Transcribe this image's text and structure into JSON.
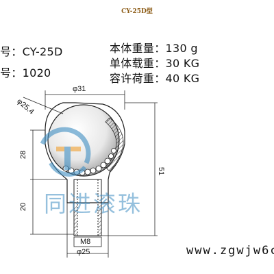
{
  "doc": {
    "title": "CY-25D型",
    "specs_left": [
      {
        "label": "号：",
        "value": "CY-25D"
      },
      {
        "label": "号：",
        "value": "1020"
      }
    ],
    "specs_right": [
      {
        "label": "本体重量：",
        "value": "130 g"
      },
      {
        "label": "单体载重：",
        "value": "30 KG"
      },
      {
        "label": "容许荷重：",
        "value": "40 KG"
      }
    ],
    "dims": {
      "top_width": "φ31",
      "ball": "φ25.4",
      "left_upper": "28",
      "left_lower": "20",
      "total_height": "51",
      "thread": "M8",
      "bottom_width": "φ25"
    },
    "watermark": {
      "brand": "同进滚珠"
    },
    "website": "www.zgwjw6c",
    "colors": {
      "drawing": "#222222",
      "watermark_blue": "#3f8ec2",
      "watermark_orange": "#f0a030",
      "title": "#8b5a14"
    }
  }
}
